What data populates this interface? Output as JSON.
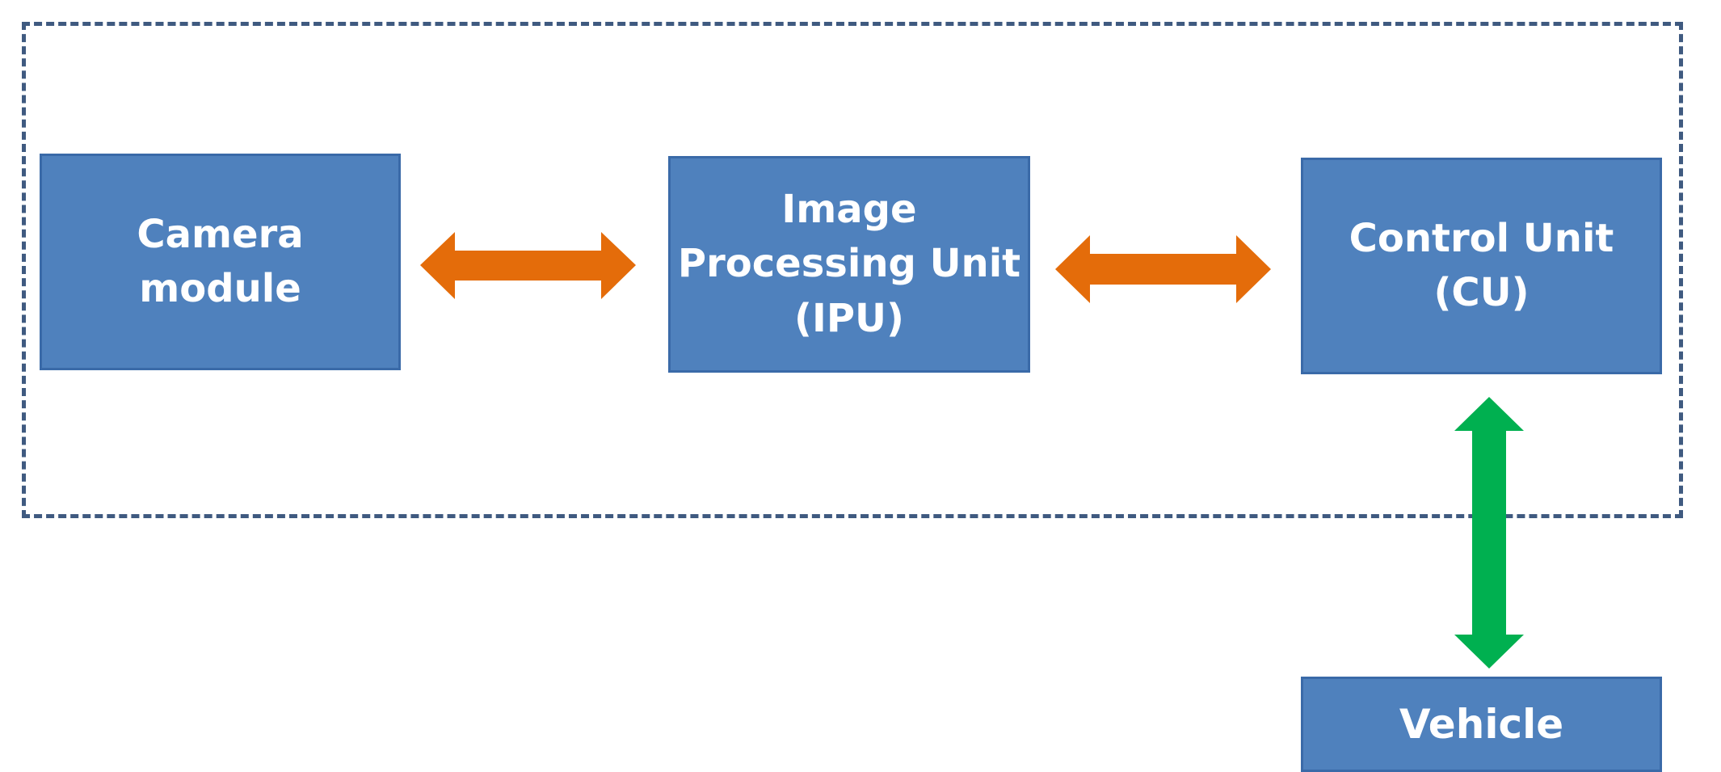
{
  "colors": {
    "box_fill": "#4f81bd",
    "box_text": "#ffffff",
    "frame_border": "#3f5a80",
    "arrow_orange": "#e46c0a",
    "arrow_green": "#00b050"
  },
  "boxes": {
    "camera": {
      "lines": [
        "Camera",
        "module"
      ]
    },
    "ipu": {
      "lines": [
        "Image",
        "Processing Unit",
        "(IPU)"
      ]
    },
    "cu": {
      "lines": [
        "Control Unit",
        "(CU)"
      ]
    },
    "vehicle": {
      "lines": [
        "Vehicle"
      ]
    }
  },
  "connections": [
    {
      "from": "Camera module",
      "to": "Image Processing Unit (IPU)",
      "direction": "bidirectional",
      "color": "#e46c0a"
    },
    {
      "from": "Image Processing Unit (IPU)",
      "to": "Control Unit (CU)",
      "direction": "bidirectional",
      "color": "#e46c0a"
    },
    {
      "from": "Control Unit (CU)",
      "to": "Vehicle",
      "direction": "bidirectional",
      "color": "#00b050"
    }
  ]
}
